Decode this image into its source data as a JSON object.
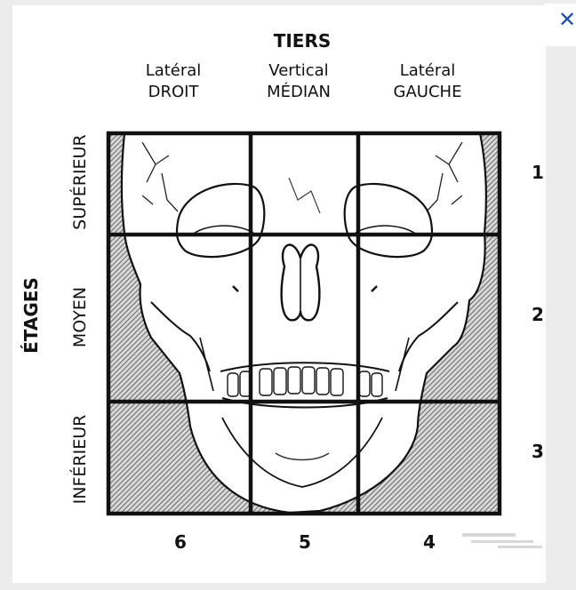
{
  "header": {
    "title": "TIERS"
  },
  "columns": [
    {
      "line1": "Latéral",
      "line2": "DROIT",
      "number": "6"
    },
    {
      "line1": "Vertical",
      "line2": "MÉDIAN",
      "number": "5"
    },
    {
      "line1": "Latéral",
      "line2": "GAUCHE",
      "number": "4"
    }
  ],
  "side_title": "ÉTAGES",
  "rows": [
    {
      "label": "SUPÉRIEUR",
      "number": "1"
    },
    {
      "label": "MOYEN",
      "number": "2"
    },
    {
      "label": "INFÉRIEUR",
      "number": "3"
    }
  ],
  "colors": {
    "grid": "#111111",
    "hatch": "#555555",
    "close_icon": "#1f4fb0"
  },
  "icons": [
    "close-icon",
    "skull-illustration"
  ]
}
